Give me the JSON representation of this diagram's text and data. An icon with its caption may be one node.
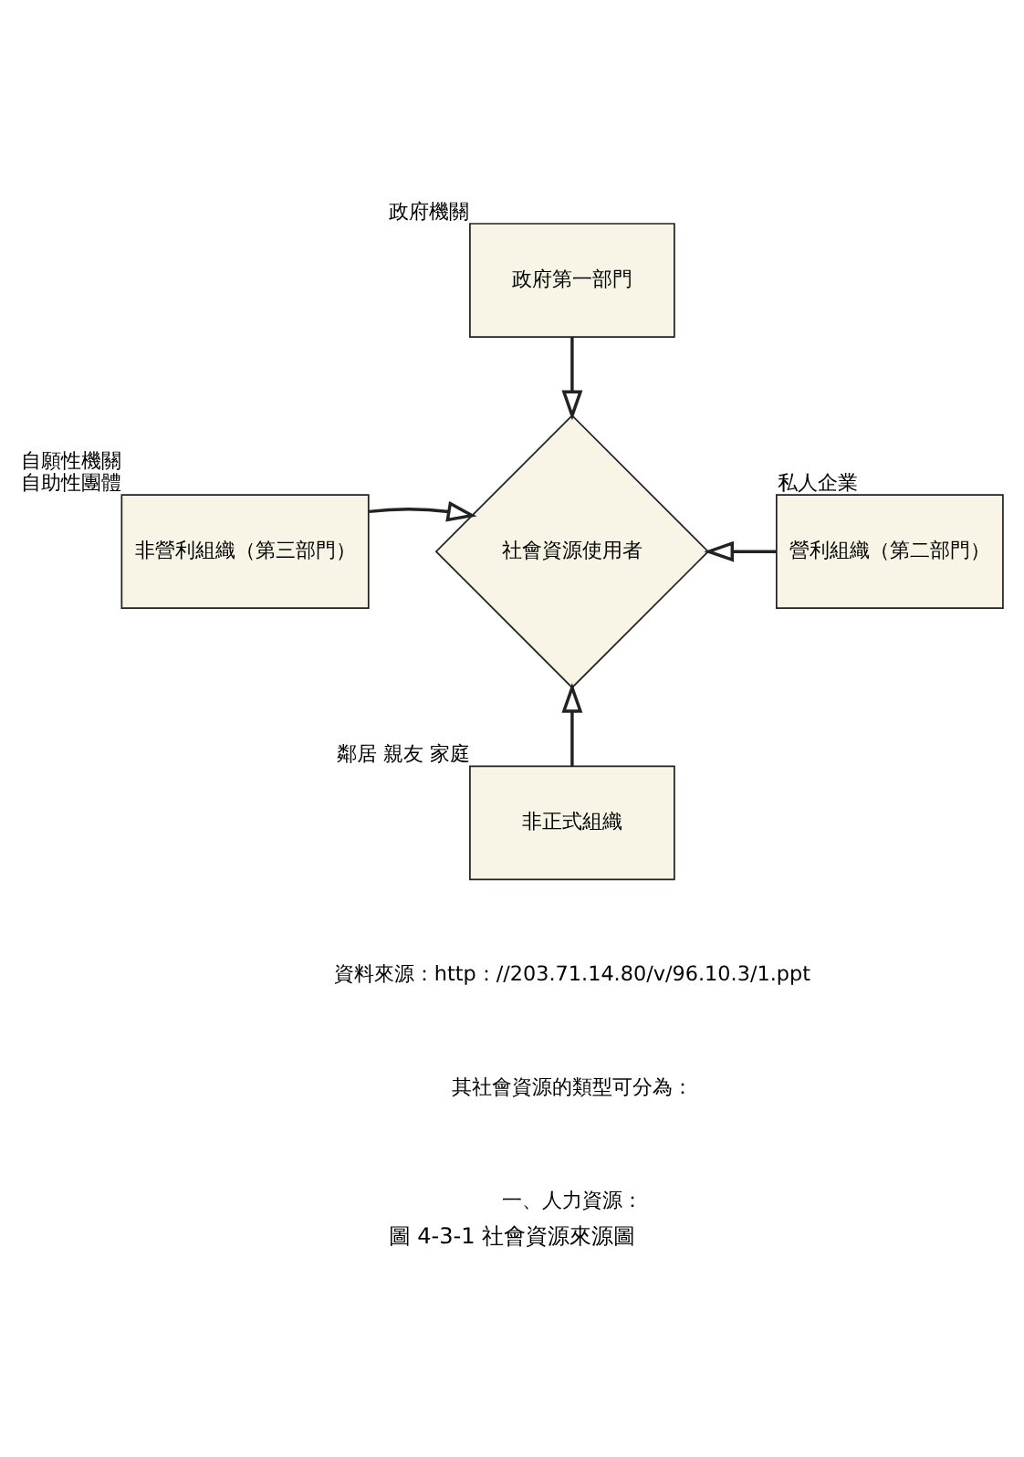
{
  "diagram": {
    "caption": "圖 4-3-1 社會資源來源圖",
    "nodes": [
      {
        "text": [
          "政府第一部門"
        ],
        "beside": [
          "政府機關"
        ]
      },
      {
        "text": [
          "非營利組織（第三部門）"
        ],
        "beside": [
          "自願性機關",
          "自助性團體"
        ]
      },
      {
        "text": [
          "社會資源使用者"
        ]
      },
      {
        "text": [
          "營利組織（第二部門）"
        ],
        "beside": [
          "私人企業"
        ]
      },
      {
        "text": [
          "非正式組織"
        ],
        "beside": [
          "鄰居 親友 家庭"
        ]
      }
    ],
    "edges": [
      {
        "from": 0,
        "to": 2,
        "arrow": "to"
      },
      {
        "from": 1,
        "to": 2,
        "arrow": "to"
      },
      {
        "from": 3,
        "to": 2,
        "arrow": "to"
      },
      {
        "from": 4,
        "to": 2,
        "arrow": "to"
      }
    ],
    "labels": [
      "資料來源：http：//203.71.14.80/v/96.10.3/1.ppt",
      "其社會資源的類型可分為：",
      "一、人力資源："
    ]
  }
}
